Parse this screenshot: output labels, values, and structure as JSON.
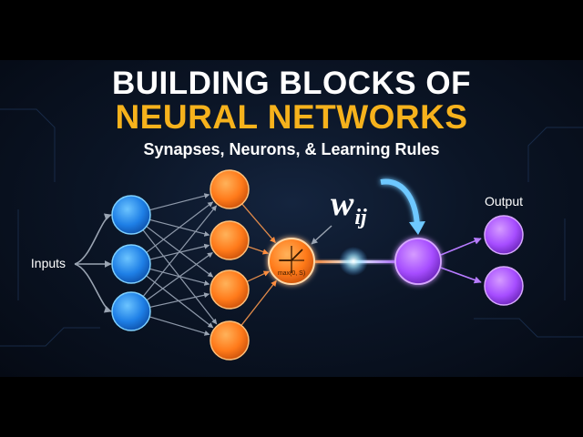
{
  "header": {
    "title_line1": "BUILDING BLOCKS OF",
    "title_line2": "NEURAL NETWORKS",
    "subtitle": "Synapses, Neurons, & Learning Rules"
  },
  "diagram": {
    "inputs_label": "Inputs",
    "output_label": "Output",
    "weight_label": "w",
    "weight_subscript": "ij",
    "activation_label": "max(0, S)",
    "colors": {
      "background": "#0b1526",
      "title_white": "#ffffff",
      "title_accent": "#f6b21c",
      "input_neuron": "#1e90ff",
      "hidden_neuron": "#ff7a1a",
      "output_neuron": "#a64dff",
      "connection": "#9aa4b2"
    }
  }
}
